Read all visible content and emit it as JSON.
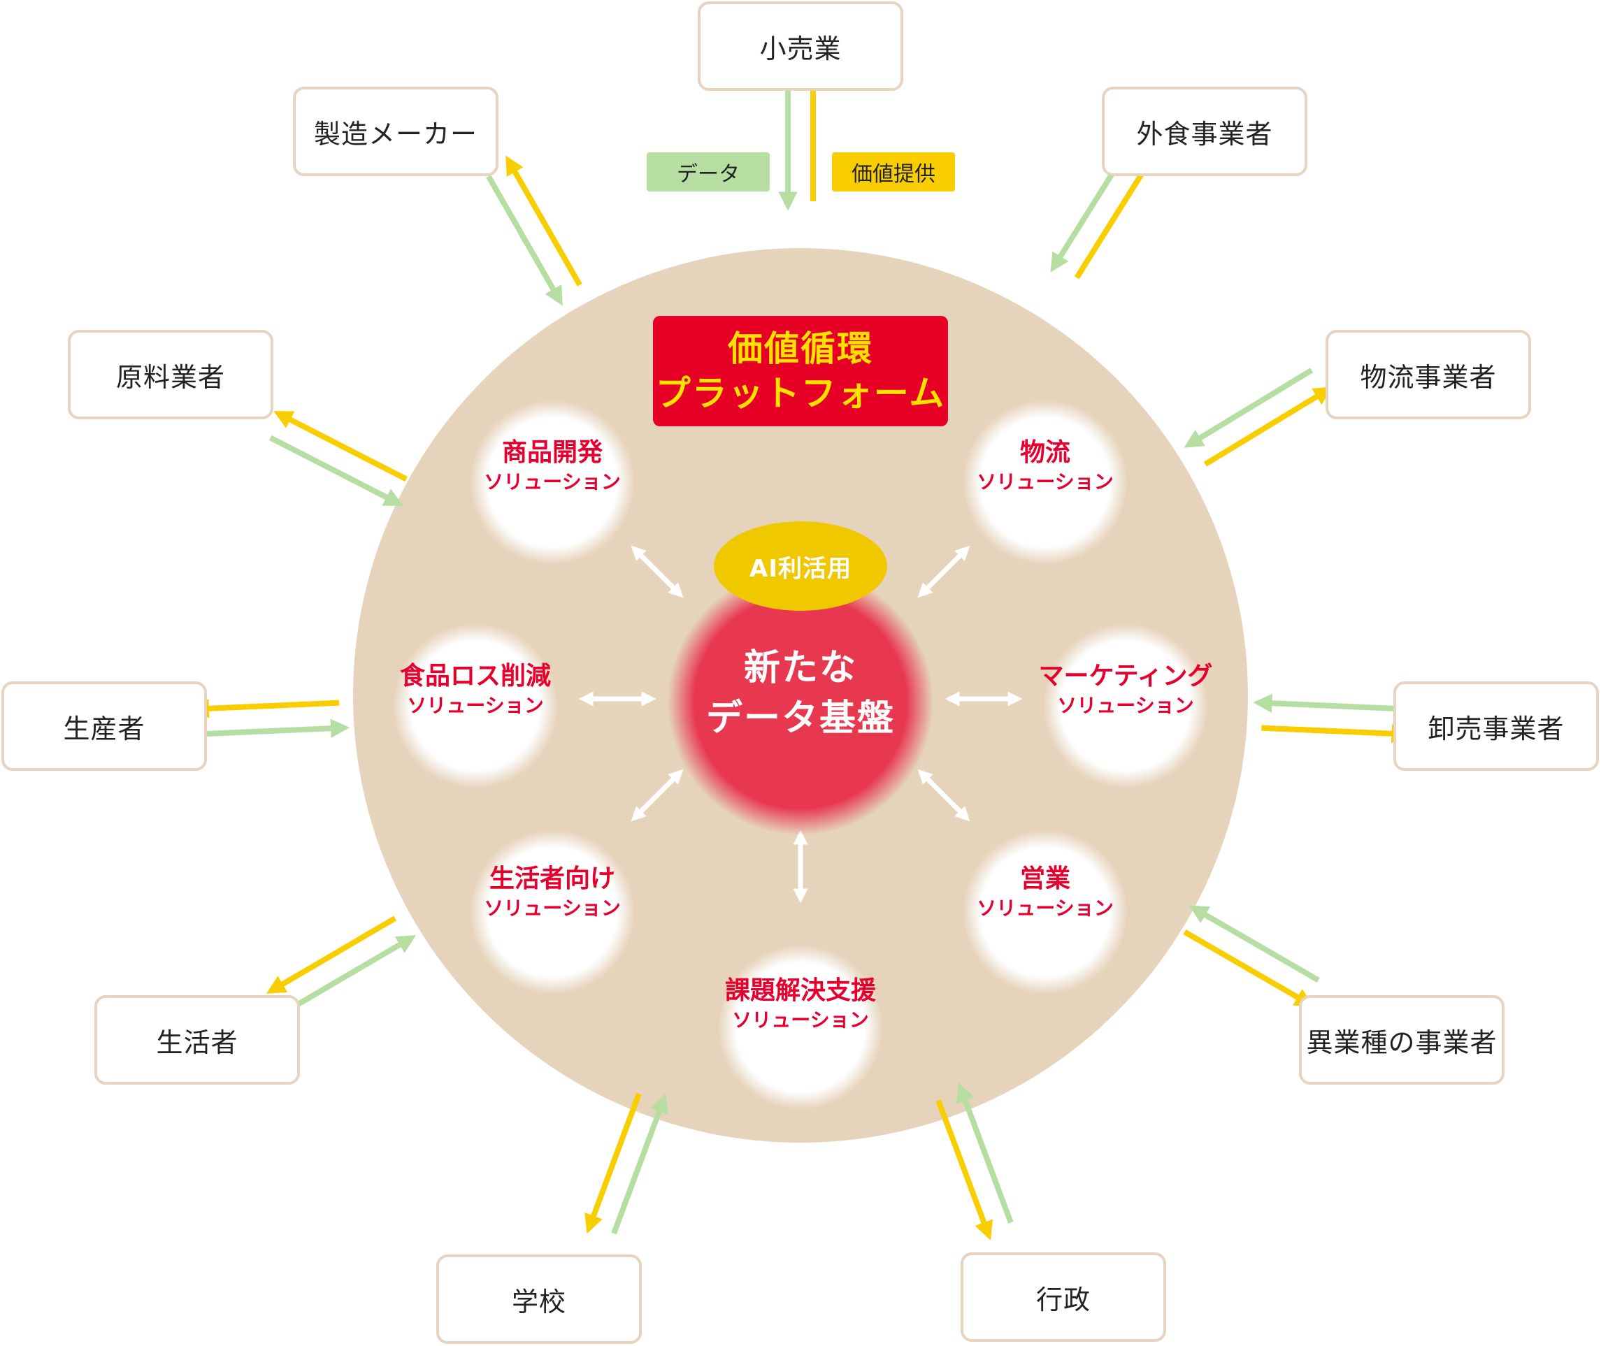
{
  "platform": {
    "title_line1": "価値循環",
    "title_line2": "プラットフォーム"
  },
  "core": {
    "ai_label": "AI利活用",
    "line1": "新たな",
    "line2": "データ基盤"
  },
  "legend": {
    "data_label": "データ",
    "value_label": "価値提供"
  },
  "solutions": [
    {
      "title": "商品開発",
      "subtitle": "ソリューション"
    },
    {
      "title": "物流",
      "subtitle": "ソリューション"
    },
    {
      "title": "食品ロス削減",
      "subtitle": "ソリューション"
    },
    {
      "title": "マーケティング",
      "subtitle": "ソリューション"
    },
    {
      "title": "生活者向け",
      "subtitle": "ソリューション"
    },
    {
      "title": "営業",
      "subtitle": "ソリューション"
    },
    {
      "title": "課題解決支援",
      "subtitle": "ソリューション"
    }
  ],
  "stakeholders": [
    {
      "label": "小売業"
    },
    {
      "label": "外食事業者"
    },
    {
      "label": "物流事業者"
    },
    {
      "label": "卸売事業者"
    },
    {
      "label": "異業種の事業者"
    },
    {
      "label": "行政"
    },
    {
      "label": "学校"
    },
    {
      "label": "生活者"
    },
    {
      "label": "生産者"
    },
    {
      "label": "原料業者"
    },
    {
      "label": "製造メーカー"
    }
  ],
  "colors": {
    "data_arrow": "#b6dea2",
    "value_arrow": "#f8ce00",
    "platform_disc": "#e6d3bc",
    "core": "#e8384f",
    "platform_title_bg": "#e60026",
    "platform_title_text": "#ffe100",
    "ai_ellipse": "#f0c800",
    "solution_text": "#e6002d",
    "box_border": "#e6d4c0"
  }
}
